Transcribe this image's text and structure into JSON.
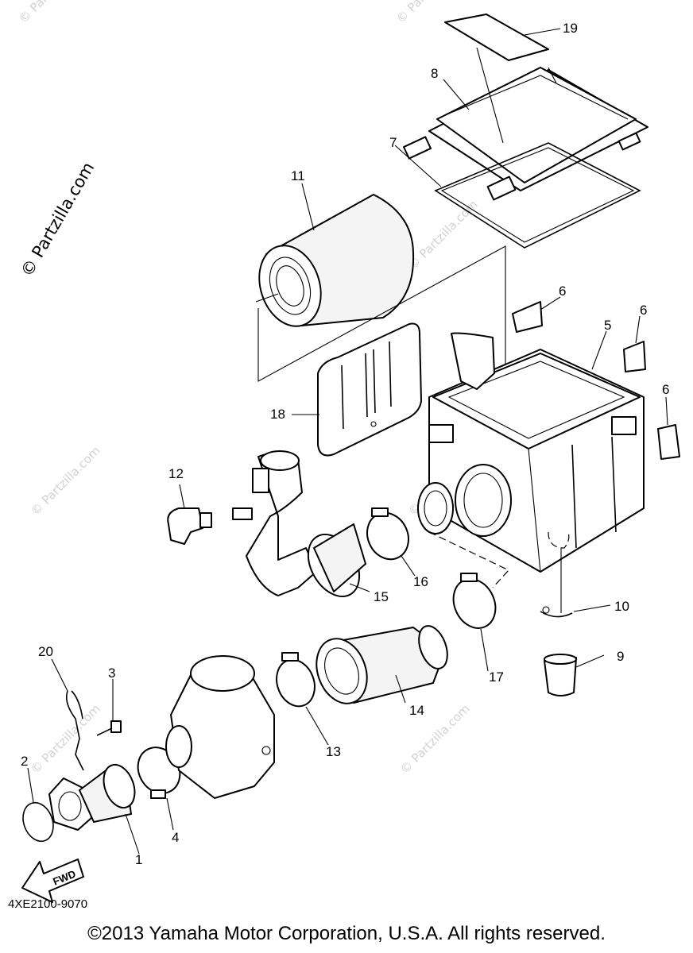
{
  "watermark": {
    "main": "© Partzilla.com",
    "faint": "© Partzilla.com"
  },
  "callouts": [
    "1",
    "2",
    "3",
    "4",
    "5",
    "6",
    "6",
    "6",
    "7",
    "8",
    "9",
    "10",
    "11",
    "12",
    "13",
    "14",
    "15",
    "16",
    "17",
    "18",
    "19",
    "20"
  ],
  "fwd_label": "FWD",
  "diagram_code": "4XE2100-9070",
  "copyright": "©2013 Yamaha Motor Corporation, U.S.A. All rights reserved."
}
